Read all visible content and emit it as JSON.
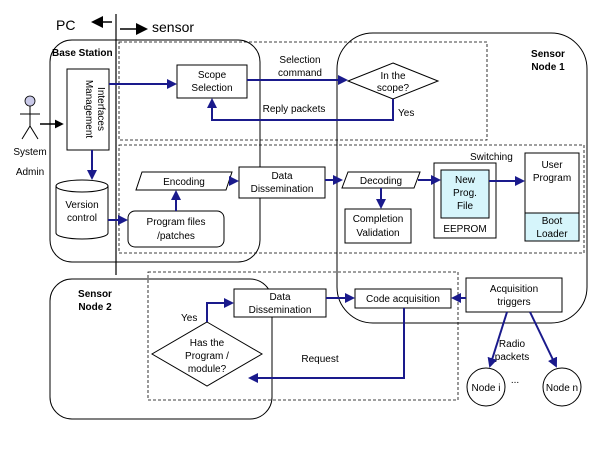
{
  "header": {
    "pc": "PC",
    "sensor": "sensor"
  },
  "regions": {
    "base_station": "Base Station",
    "sensor_node1": [
      "Sensor",
      "Node 1"
    ],
    "sensor_node2": [
      "Sensor",
      "Node 2"
    ]
  },
  "actor": {
    "line1": "System",
    "line2": "Admin"
  },
  "boxes": {
    "mgmt": [
      "Management",
      "Interfaces"
    ],
    "version": [
      "Version",
      "control"
    ],
    "scope_selection": [
      "Scope",
      "Selection"
    ],
    "in_scope": [
      "In the",
      "scope?"
    ],
    "encoding": "Encoding",
    "program_files": [
      "Program files",
      "/patches"
    ],
    "data_dissem1": [
      "Data",
      "Dissemination"
    ],
    "decoding": "Decoding",
    "completion": [
      "Completion",
      "Validation"
    ],
    "new_prog": [
      "New",
      "Prog.",
      "File"
    ],
    "eeprom": "EEPROM",
    "user_program": [
      "User",
      "Program"
    ],
    "boot_loader": [
      "Boot",
      "Loader"
    ],
    "data_dissem2": [
      "Data",
      "Dissemination"
    ],
    "code_acq": "Code acquisition",
    "acq_triggers": [
      "Acquisition",
      "triggers"
    ],
    "has_program": [
      "Has the",
      "Program /",
      "module?"
    ],
    "node_i": "Node i",
    "node_n": "Node n"
  },
  "labels": {
    "selection_command": [
      "Selection",
      "command"
    ],
    "reply_packets": "Reply packets",
    "yes1": "Yes",
    "switching": "Switching",
    "yes2": "Yes",
    "request": "Request",
    "radio_packets": [
      "Radio",
      "packets"
    ],
    "ellipsis": "..."
  },
  "colors": {
    "flow": "#1a1a8c",
    "cyan_fill": "#d6f5fb"
  }
}
